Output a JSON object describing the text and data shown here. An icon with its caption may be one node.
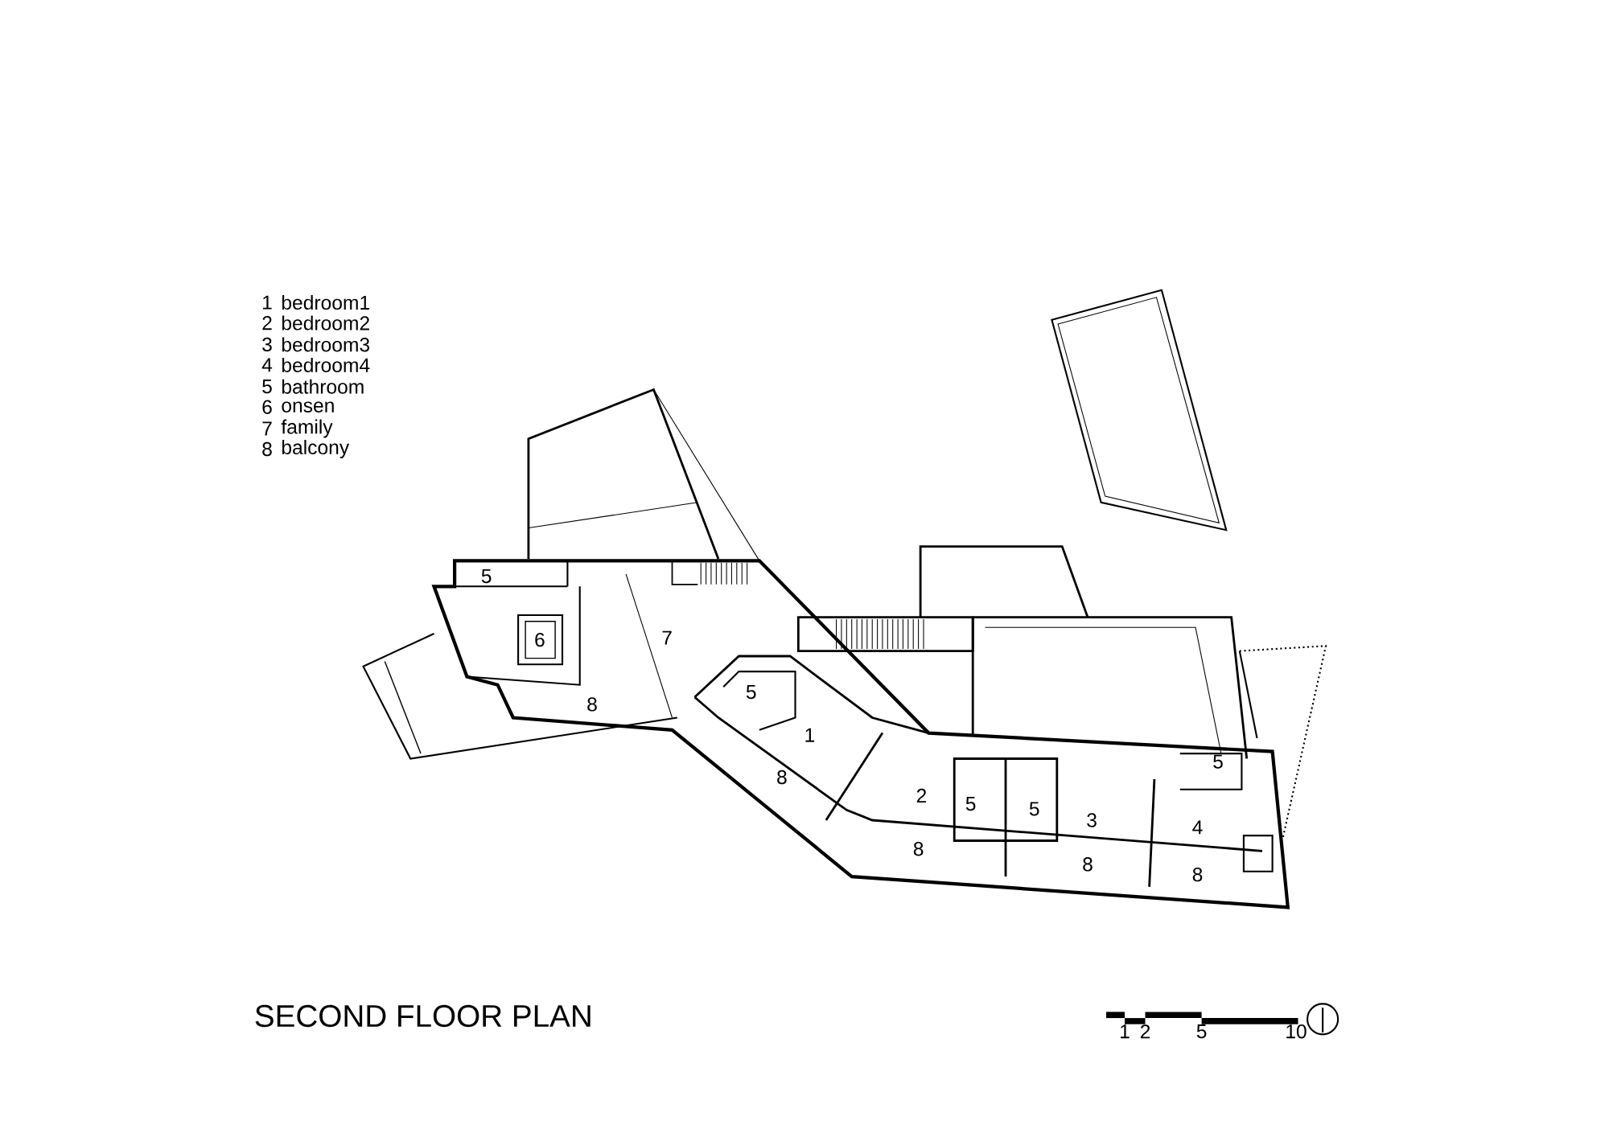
{
  "diagram": {
    "title": "SECOND FLOOR PLAN",
    "labels": [
      "1",
      "bedroom1",
      "2",
      "bedroom2",
      "3",
      "bedroom3",
      "4",
      "bedroom4",
      "5",
      "bathroom",
      "6",
      "onsen",
      "7",
      "family",
      "8",
      "balcony",
      "5",
      "6",
      "7",
      "5",
      "8",
      "1",
      "5",
      "8",
      "2",
      "5",
      "5",
      "3",
      "4",
      "8",
      "8",
      "8",
      "1",
      "2",
      "5",
      "10"
    ]
  }
}
